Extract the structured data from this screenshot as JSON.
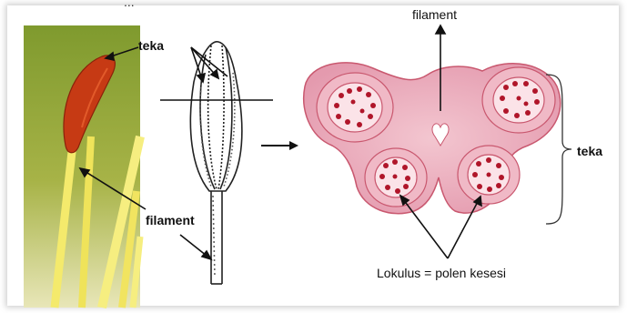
{
  "top_caption": "...",
  "labels": {
    "teka_left": "teka",
    "filament_left": "filament",
    "filament_top": "filament",
    "teka_right": "teka",
    "lokulus": "Lokulus = polen kesesi"
  },
  "colors": {
    "photo_bg": "#8a9a3a",
    "anther": "#c63a14",
    "filament_yellow": "#f2e86a",
    "tissue": "#e9a9b8",
    "tissue_dark": "#c9586f",
    "pollen": "#b0162a"
  }
}
